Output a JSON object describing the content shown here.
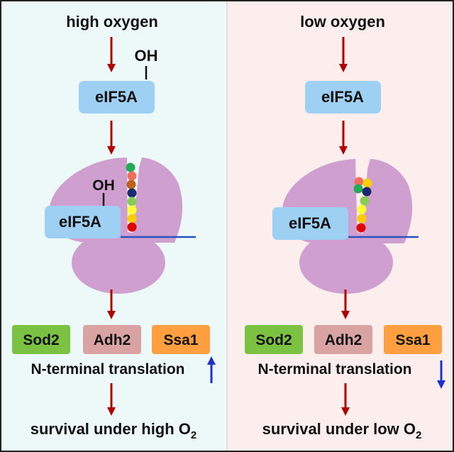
{
  "colors": {
    "left_bg": "#edf9f9",
    "right_bg": "#fdeeee",
    "border": "#222222",
    "divider": "#cccccc",
    "arrow": "#b00000",
    "ribosome": "#cf9fd0",
    "eif5a_box": "#9dd0f2",
    "mrna_line": "#2a52be",
    "up_arrow": "#2030c8",
    "down_arrow": "#2030c8",
    "sod2": "#7cc242",
    "adh2": "#d9a3a3",
    "ssa1": "#ff9f3f",
    "chain": [
      "#22aa55",
      "#f06e5e",
      "#c0601a",
      "#1a2a6c",
      "#88cc55",
      "#ffff33",
      "#ffcc00",
      "#e00000"
    ]
  },
  "left": {
    "title": "high oxygen",
    "hydroxyl": "OH",
    "factor": "eIF5A",
    "hydroxyl_ribosome": "OH",
    "factor_ribosome": "eIF5A",
    "proteins": [
      "Sod2",
      "Adh2",
      "Ssa1"
    ],
    "translation": "N-terminal translation",
    "trend": "up-arrow",
    "survival_text": "survival under high O",
    "survival_sub": "2"
  },
  "right": {
    "title": "low oxygen",
    "factor": "eIF5A",
    "factor_ribosome": "eIF5A",
    "proteins": [
      "Sod2",
      "Adh2",
      "Ssa1"
    ],
    "translation": "N-terminal translation",
    "trend": "down-arrow",
    "survival_text": "survival under low O",
    "survival_sub": "2"
  }
}
